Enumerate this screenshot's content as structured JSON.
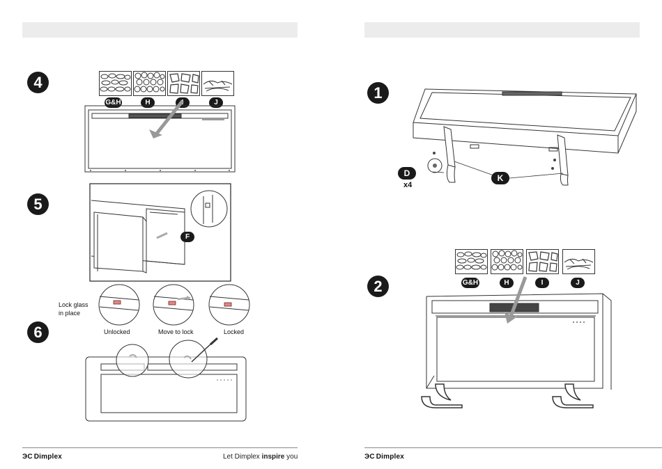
{
  "left_page": {
    "steps": {
      "step4": "4",
      "step5": "5",
      "step6": "6"
    },
    "fuel_labels": [
      "G&H",
      "H",
      "I",
      "J"
    ],
    "part_f": "F",
    "lock_caption": "Lock glass\nin place",
    "lock_states": [
      "Unlocked",
      "Move to lock",
      "Locked"
    ],
    "footer": {
      "brand": "Dimplex",
      "tagline_prefix": "Let Dimplex ",
      "tagline_bold": "inspire",
      "tagline_suffix": " you"
    }
  },
  "right_page": {
    "steps": {
      "step1": "1",
      "step2": "2"
    },
    "part_d": "D",
    "part_d_qty": "x4",
    "part_k": "K",
    "fuel_labels": [
      "G&H",
      "H",
      "I",
      "J"
    ],
    "footer": {
      "brand": "Dimplex"
    }
  }
}
